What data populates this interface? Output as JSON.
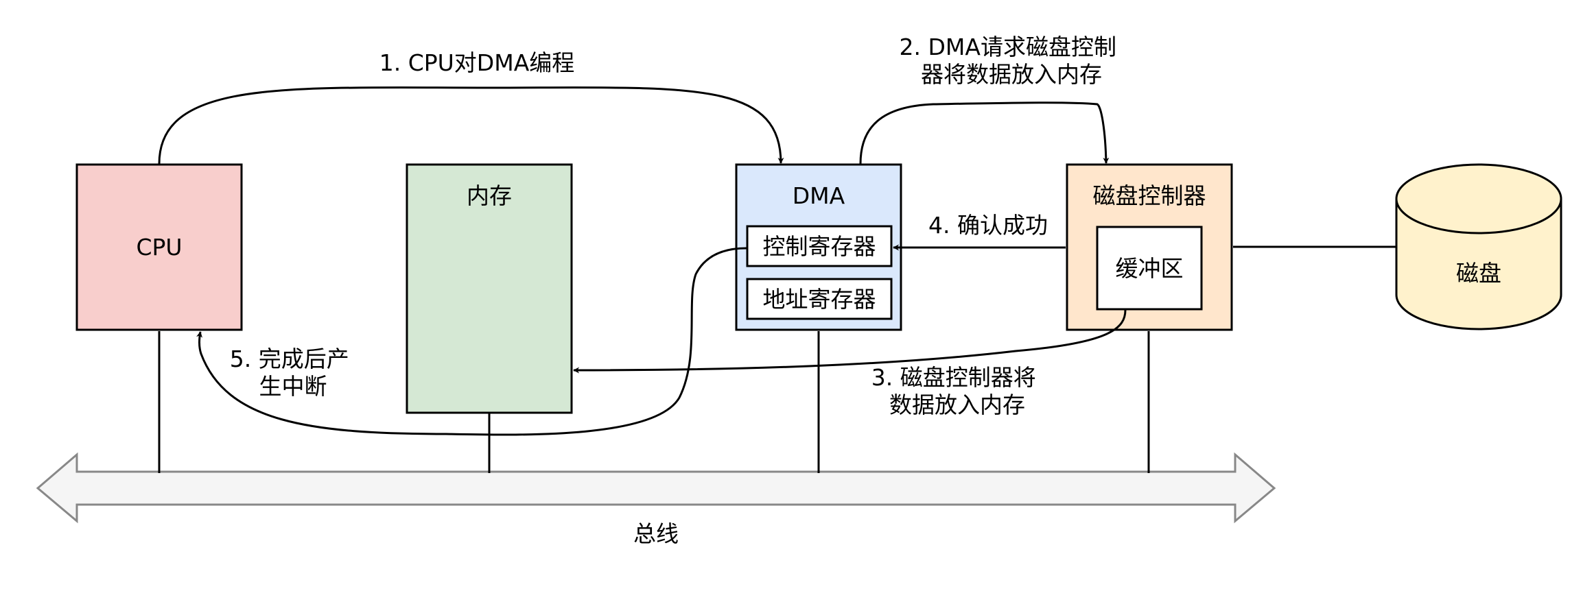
{
  "nodes": {
    "cpu": {
      "label": "CPU",
      "fill": "#F8CECC"
    },
    "memory": {
      "label": "内存",
      "fill": "#D5E8D4"
    },
    "dma": {
      "label": "DMA",
      "fill": "#DAE8FC",
      "registers": [
        "控制寄存器",
        "地址寄存器"
      ]
    },
    "disk_controller": {
      "label": "磁盘控制器",
      "fill": "#FFE6CC",
      "buffer": "缓冲区"
    },
    "disk": {
      "label": "磁盘",
      "fill": "#FFF2CC"
    }
  },
  "bus": {
    "label": "总线",
    "fill": "#F5F5F5"
  },
  "steps": [
    {
      "lines": [
        "1. CPU对DMA编程"
      ]
    },
    {
      "lines": [
        "2. DMA请求磁盘控制",
        "器将数据放入内存"
      ]
    },
    {
      "lines": [
        "3. 磁盘控制器将",
        "数据放入内存"
      ]
    },
    {
      "lines": [
        "4. 确认成功"
      ]
    },
    {
      "lines": [
        "5. 完成后产",
        "生中断"
      ]
    }
  ]
}
